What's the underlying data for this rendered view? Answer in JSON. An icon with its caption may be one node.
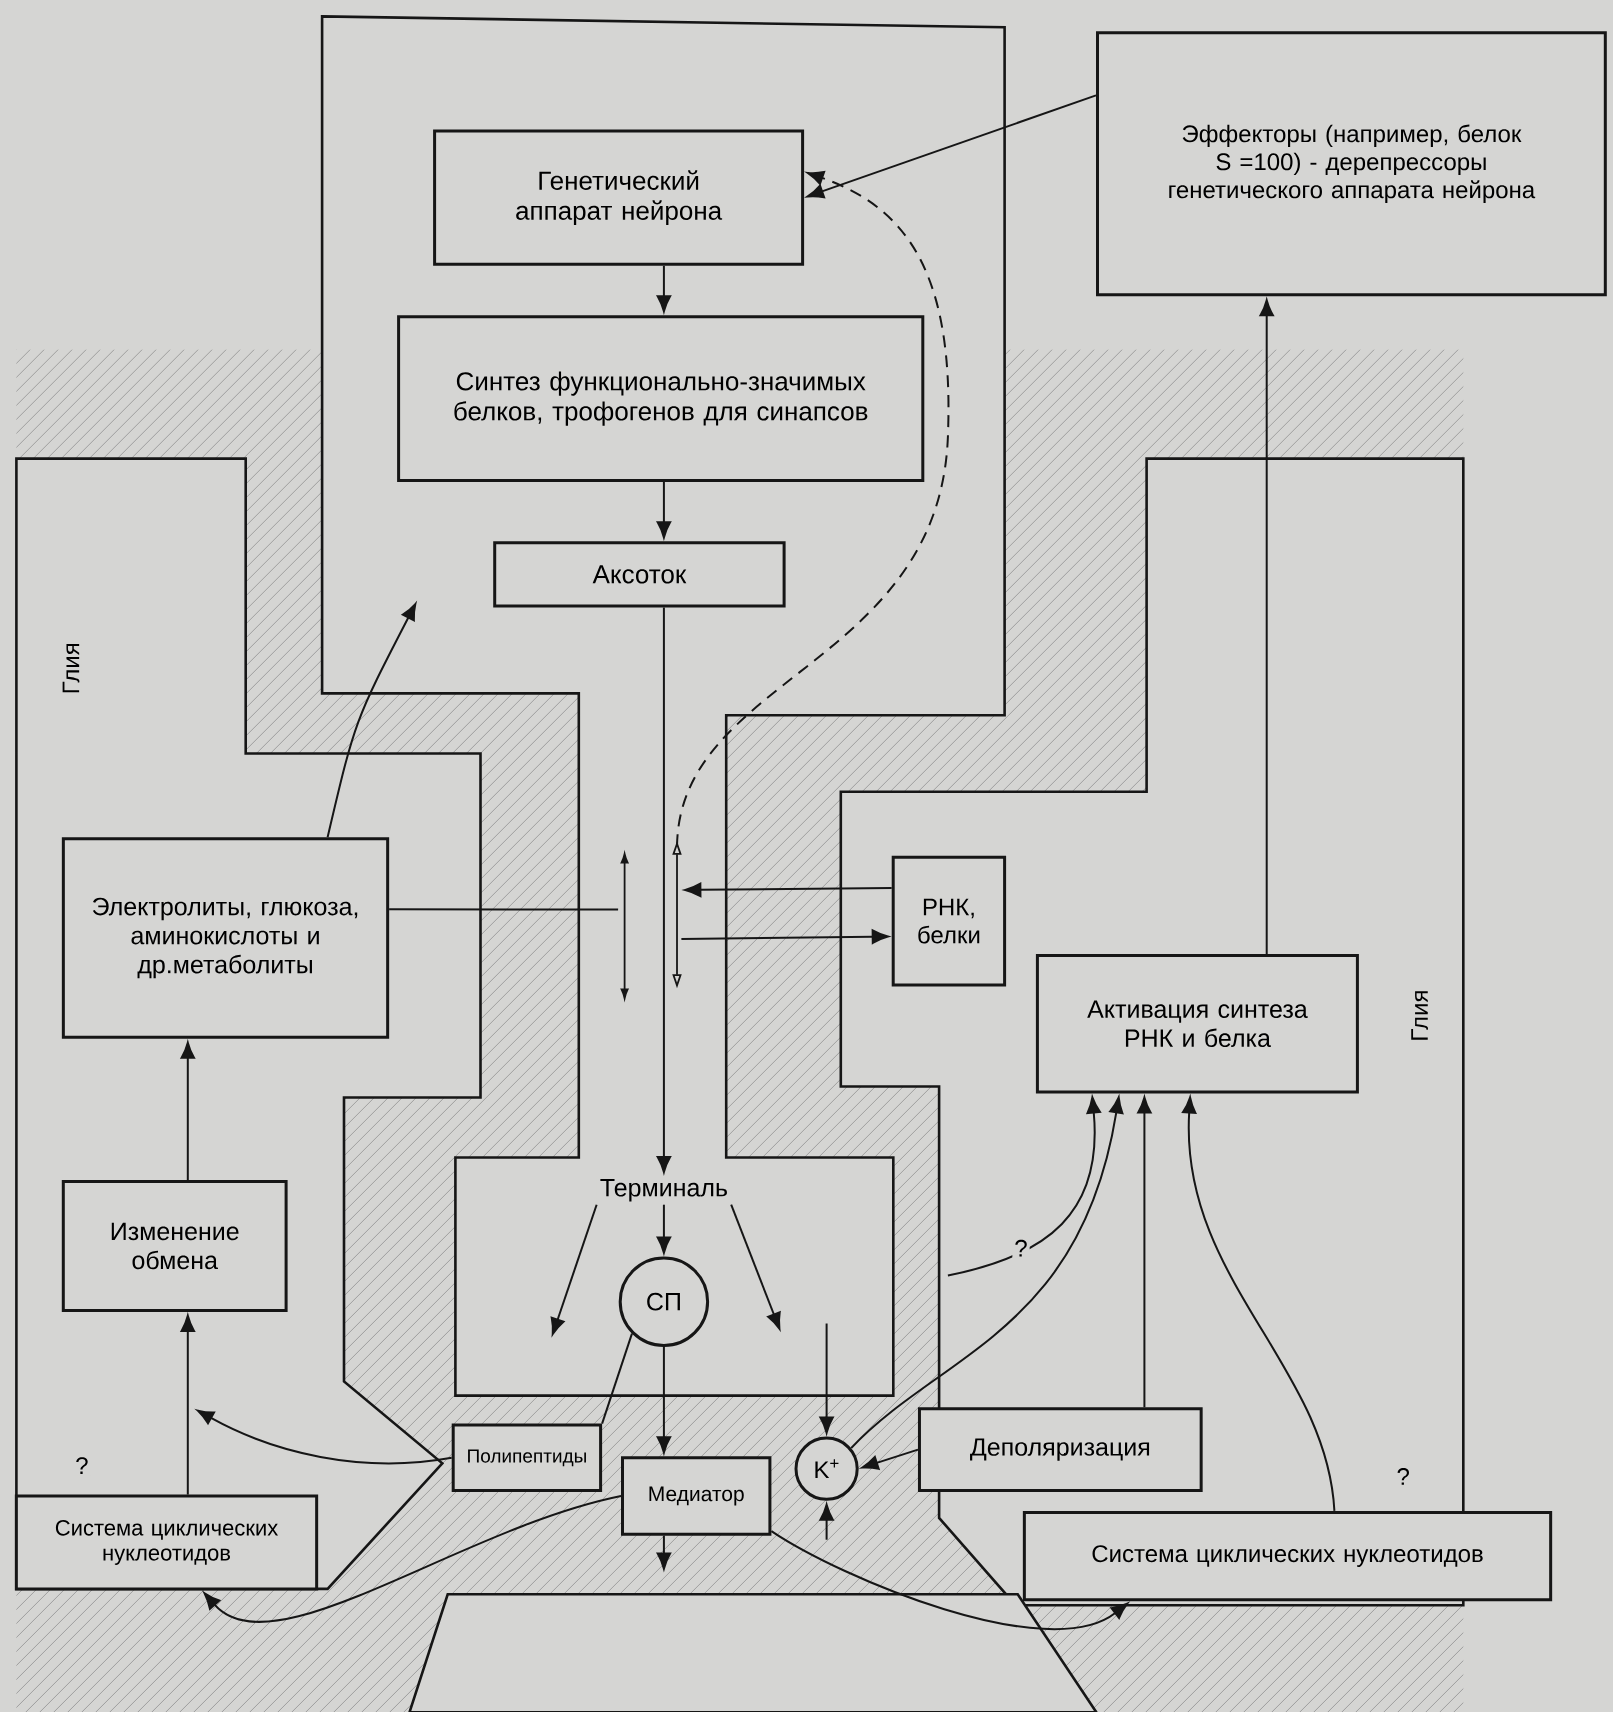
{
  "diagram": {
    "nodes": [
      {
        "text": [
          "Генетический аппарат нейрона"
        ]
      },
      {
        "text": [
          "Синтез функционально-значимых белков, трофогенов для синапсов"
        ]
      },
      {
        "text": [
          "Аксоток"
        ]
      },
      {
        "text": [
          "Эффекторы (например, белок S =100) - дерепрессоры генетического аппарата нейрона"
        ]
      },
      {
        "text": [
          "Электролиты, глюкоза, аминокислоты и др.метаболиты"
        ]
      },
      {
        "text": [
          "РНК, белки"
        ]
      },
      {
        "text": [
          "Активация синтеза РНК и белка"
        ]
      },
      {
        "text": [
          "Изменение обмена"
        ]
      },
      {
        "text": [
          "Терминаль"
        ]
      },
      {
        "text": [
          "СП"
        ]
      },
      {
        "text": [
          "Полипептиды"
        ]
      },
      {
        "text": [
          "Медиатор"
        ]
      },
      {
        "text": [
          "K$^{+}$"
        ]
      },
      {
        "text": [
          "Деполяризация"
        ]
      },
      {
        "text": [
          "Система циклических нуклеотидов"
        ]
      },
      {
        "text": [
          "Система циклических нуклеотидов"
        ]
      }
    ],
    "edges": [
      {
        "from": 3,
        "to": 0,
        "arrow": "to"
      },
      {
        "from": 0,
        "to": 1,
        "arrow": "to"
      },
      {
        "from": 1,
        "to": 2,
        "arrow": "to"
      },
      {
        "from": 2,
        "to": 8,
        "arrow": "to"
      },
      {
        "from": null,
        "to": 0,
        "arrow": "to",
        "style": "dashed"
      },
      {
        "from": 5,
        "to": null,
        "arrow": "to"
      },
      {
        "from": null,
        "to": 5,
        "arrow": "to"
      },
      {
        "from": 4,
        "to": null,
        "arrow": "none"
      },
      {
        "from": 4,
        "to": null,
        "arrow": "to"
      },
      {
        "from": 7,
        "to": 4,
        "arrow": "to"
      },
      {
        "from": 14,
        "to": 7,
        "arrow": "to"
      },
      {
        "from": 6,
        "to": 3,
        "arrow": "to"
      },
      {
        "from": 13,
        "to": 6,
        "arrow": "to"
      },
      {
        "from": 15,
        "to": 6,
        "arrow": "to"
      },
      {
        "from": null,
        "to": 6,
        "arrow": "to",
        "label": "?"
      },
      {
        "from": 12,
        "to": 6,
        "arrow": "to"
      },
      {
        "from": 8,
        "to": 9,
        "arrow": "to"
      },
      {
        "from": 8,
        "to": null,
        "arrow": "to"
      },
      {
        "from": 8,
        "to": null,
        "arrow": "to"
      },
      {
        "from": 9,
        "to": 10,
        "arrow": "none"
      },
      {
        "from": 9,
        "to": 11,
        "arrow": "to"
      },
      {
        "from": 13,
        "to": 12,
        "arrow": "to"
      },
      {
        "from": null,
        "to": 12,
        "arrow": "to"
      },
      {
        "from": null,
        "to": 12,
        "arrow": "to"
      },
      {
        "from": 11,
        "to": null,
        "arrow": "to"
      },
      {
        "from": 10,
        "to": null,
        "arrow": "to"
      },
      {
        "from": 11,
        "to": 14,
        "arrow": "to"
      },
      {
        "from": 11,
        "to": 15,
        "arrow": "to"
      }
    ],
    "labels": [
      "Глия",
      "Глия",
      "?",
      "?"
    ]
  }
}
